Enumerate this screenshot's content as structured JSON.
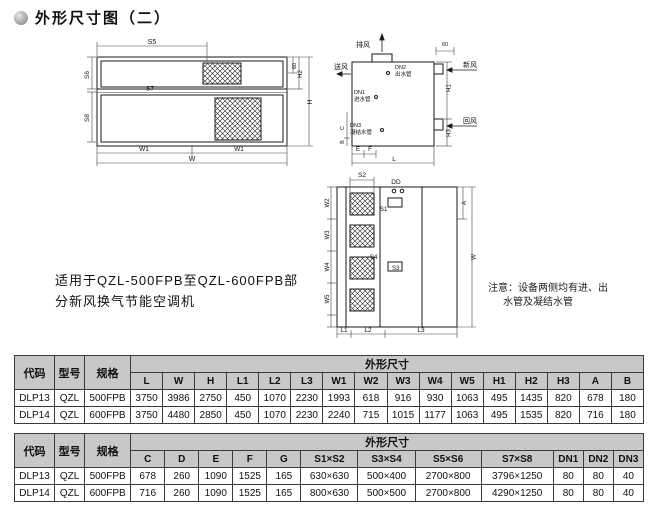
{
  "page": {
    "title": "外形尺寸图（二）",
    "description": [
      "适用于QZL-500FPB至QZL-600FPB部",
      "分新风换气节能空调机"
    ],
    "note": [
      "注意：设备两侧均有进、出",
      "水管及凝结水管"
    ]
  },
  "drawing": {
    "front": {
      "s5": "S5",
      "s6": "S6",
      "s7": "S7",
      "s8": "S8",
      "w1_left": "W1",
      "w1_right": "W1",
      "w": "W",
      "h2": "H2",
      "h": "H",
      "d60": "60"
    },
    "side": {
      "exhaust": "排风",
      "supply": "送风",
      "fresh": "新风",
      "return_air": "回风",
      "dn2": "DN2",
      "dn2_pipe": "出水管",
      "dn1": "DN1",
      "dn1_pipe": "进水管",
      "dn3": "DN3",
      "dn3_pipe": "凝结水管",
      "h1": "H1",
      "h3": "H3",
      "d60": "60",
      "e": "E",
      "f": "F",
      "l": "L",
      "b": "B",
      "c": "C"
    },
    "plan": {
      "s1": "S1",
      "s2": "S2",
      "s3": "S3",
      "s4": "S4",
      "dd": "DD",
      "w2": "W2",
      "w3": "W3",
      "w4": "W4",
      "w5": "W5",
      "l1": "L1",
      "l2": "L2",
      "l3": "L3",
      "a": "A",
      "w": "W"
    }
  },
  "table1": {
    "col_code": "代码",
    "col_model": "型号",
    "col_spec": "规格",
    "dim_title": "外形尺寸",
    "dim_cols": [
      "L",
      "W",
      "H",
      "L1",
      "L2",
      "L3",
      "W1",
      "W2",
      "W3",
      "W4",
      "W5",
      "H1",
      "H2",
      "H3",
      "A",
      "B"
    ],
    "rows": [
      {
        "cells": [
          "DLP13",
          "QZL",
          "500FPB",
          "3750",
          "3986",
          "2750",
          "450",
          "1070",
          "2230",
          "1993",
          "618",
          "916",
          "930",
          "1063",
          "495",
          "1435",
          "820",
          "678",
          "180"
        ]
      },
      {
        "cells": [
          "DLP14",
          "QZL",
          "600FPB",
          "3750",
          "4480",
          "2850",
          "450",
          "1070",
          "2230",
          "2240",
          "715",
          "1015",
          "1177",
          "1063",
          "495",
          "1535",
          "820",
          "716",
          "180"
        ]
      }
    ]
  },
  "table2": {
    "col_code": "代码",
    "col_model": "型号",
    "col_spec": "规格",
    "dim_title": "外形尺寸",
    "dim_cols": [
      "C",
      "D",
      "E",
      "F",
      "G",
      "S1×S2",
      "S3×S4",
      "S5×S6",
      "S7×S8",
      "DN1",
      "DN2",
      "DN3"
    ],
    "rows": [
      {
        "cells": [
          "DLP13",
          "QZL",
          "500FPB",
          "678",
          "260",
          "1090",
          "1525",
          "165",
          "630×630",
          "500×400",
          "2700×800",
          "3796×1250",
          "80",
          "80",
          "40"
        ]
      },
      {
        "cells": [
          "DLP14",
          "QZL",
          "600FPB",
          "716",
          "260",
          "1090",
          "1525",
          "165",
          "800×630",
          "500×500",
          "2700×800",
          "4290×1250",
          "80",
          "80",
          "40"
        ]
      }
    ]
  }
}
